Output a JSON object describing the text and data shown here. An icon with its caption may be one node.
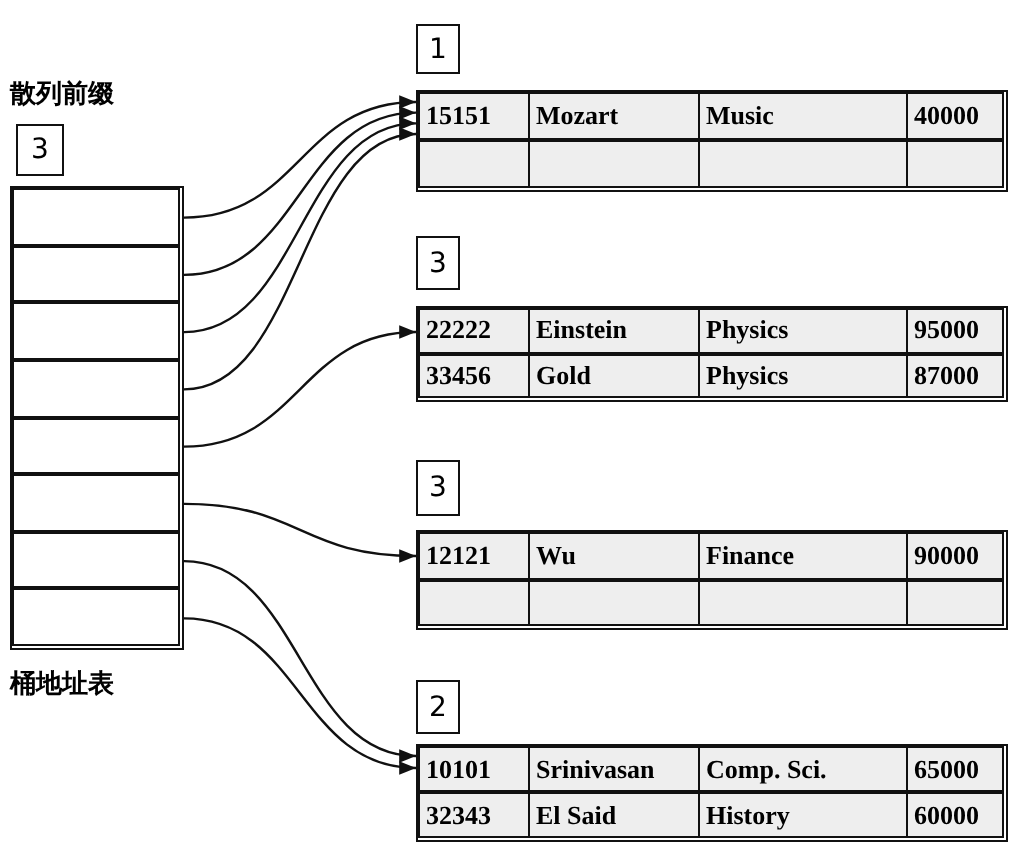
{
  "diagram": {
    "nodes": [
      {
        "text": [
          "3"
        ],
        "beside": [
          "散列前缀"
        ]
      },
      {
        "text": [],
        "shape": "box",
        "beside": [
          "桶地址表"
        ]
      },
      {
        "text": [],
        "shape": "box",
        "in": 1
      },
      {
        "text": [],
        "shape": "box",
        "in": 1
      },
      {
        "text": [],
        "shape": "box",
        "in": 1
      },
      {
        "text": [],
        "shape": "box",
        "in": 1
      },
      {
        "text": [],
        "shape": "box",
        "in": 1
      },
      {
        "text": [],
        "shape": "box",
        "in": 1
      },
      {
        "text": [],
        "shape": "box",
        "in": 1
      },
      {
        "text": [],
        "shape": "box",
        "in": 1
      },
      {
        "text": [
          "1"
        ]
      },
      {
        "text": [],
        "shape": "box"
      },
      {
        "text": [
          "15151",
          "Mozart",
          "Music",
          "40000"
        ],
        "in": 11
      },
      {
        "text": [],
        "shape": "box",
        "in": 11
      },
      {
        "text": [
          "3"
        ]
      },
      {
        "text": [],
        "shape": "box"
      },
      {
        "text": [
          "22222",
          "Einstein",
          "Physics",
          "95000"
        ],
        "in": 15
      },
      {
        "text": [
          "33456",
          "Gold",
          "Physics",
          "87000"
        ],
        "in": 15
      },
      {
        "text": [
          "3"
        ]
      },
      {
        "text": [],
        "shape": "box"
      },
      {
        "text": [
          "12121",
          "Wu",
          "Finance",
          "90000"
        ],
        "in": 19
      },
      {
        "text": [],
        "shape": "box",
        "in": 19
      },
      {
        "text": [
          "2"
        ]
      },
      {
        "text": [],
        "shape": "box"
      },
      {
        "text": [
          "10101",
          "Srinivasan",
          "Comp. Sci.",
          "65000"
        ],
        "in": 23
      },
      {
        "text": [
          "32343",
          "El Said",
          "History",
          "60000"
        ],
        "in": 23
      }
    ],
    "edges": [
      {
        "from": 2,
        "to": 11,
        "arrow": "to"
      },
      {
        "from": 3,
        "to": 11,
        "arrow": "to"
      },
      {
        "from": 4,
        "to": 11,
        "arrow": "to"
      },
      {
        "from": 5,
        "to": 11,
        "arrow": "to"
      },
      {
        "from": 6,
        "to": 15,
        "arrow": "to"
      },
      {
        "from": 7,
        "to": 19,
        "arrow": "to"
      },
      {
        "from": 8,
        "to": 23,
        "arrow": "to"
      },
      {
        "from": 9,
        "to": 23,
        "arrow": "to"
      }
    ]
  }
}
